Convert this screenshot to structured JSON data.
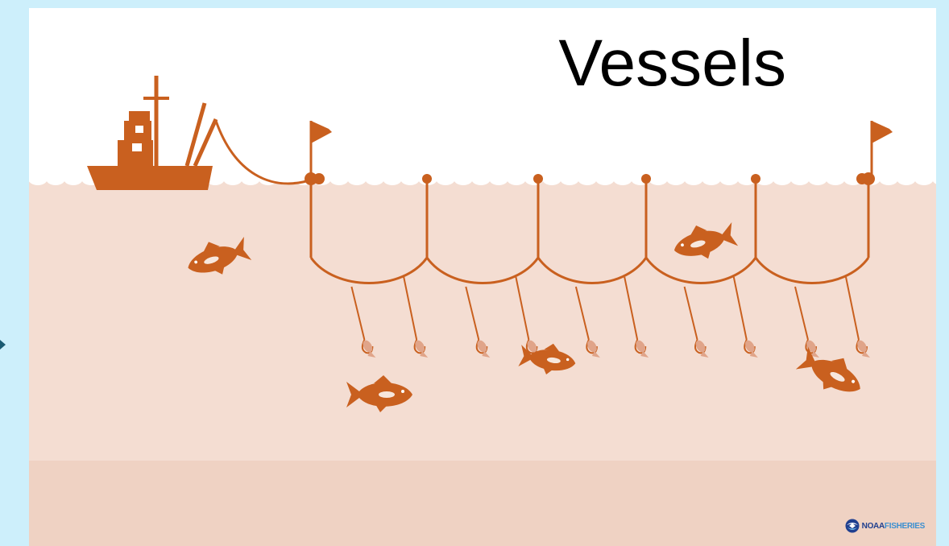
{
  "title": "Vessels",
  "logo": {
    "part1": "NOAA",
    "part2": "FISHERIES"
  },
  "colors": {
    "background": "#cdeffb",
    "sky": "#ffffff",
    "water": "#f4ddd2",
    "seafloor": "#efd2c3",
    "gear": "#c9601f",
    "bait": "#e0a489"
  }
}
